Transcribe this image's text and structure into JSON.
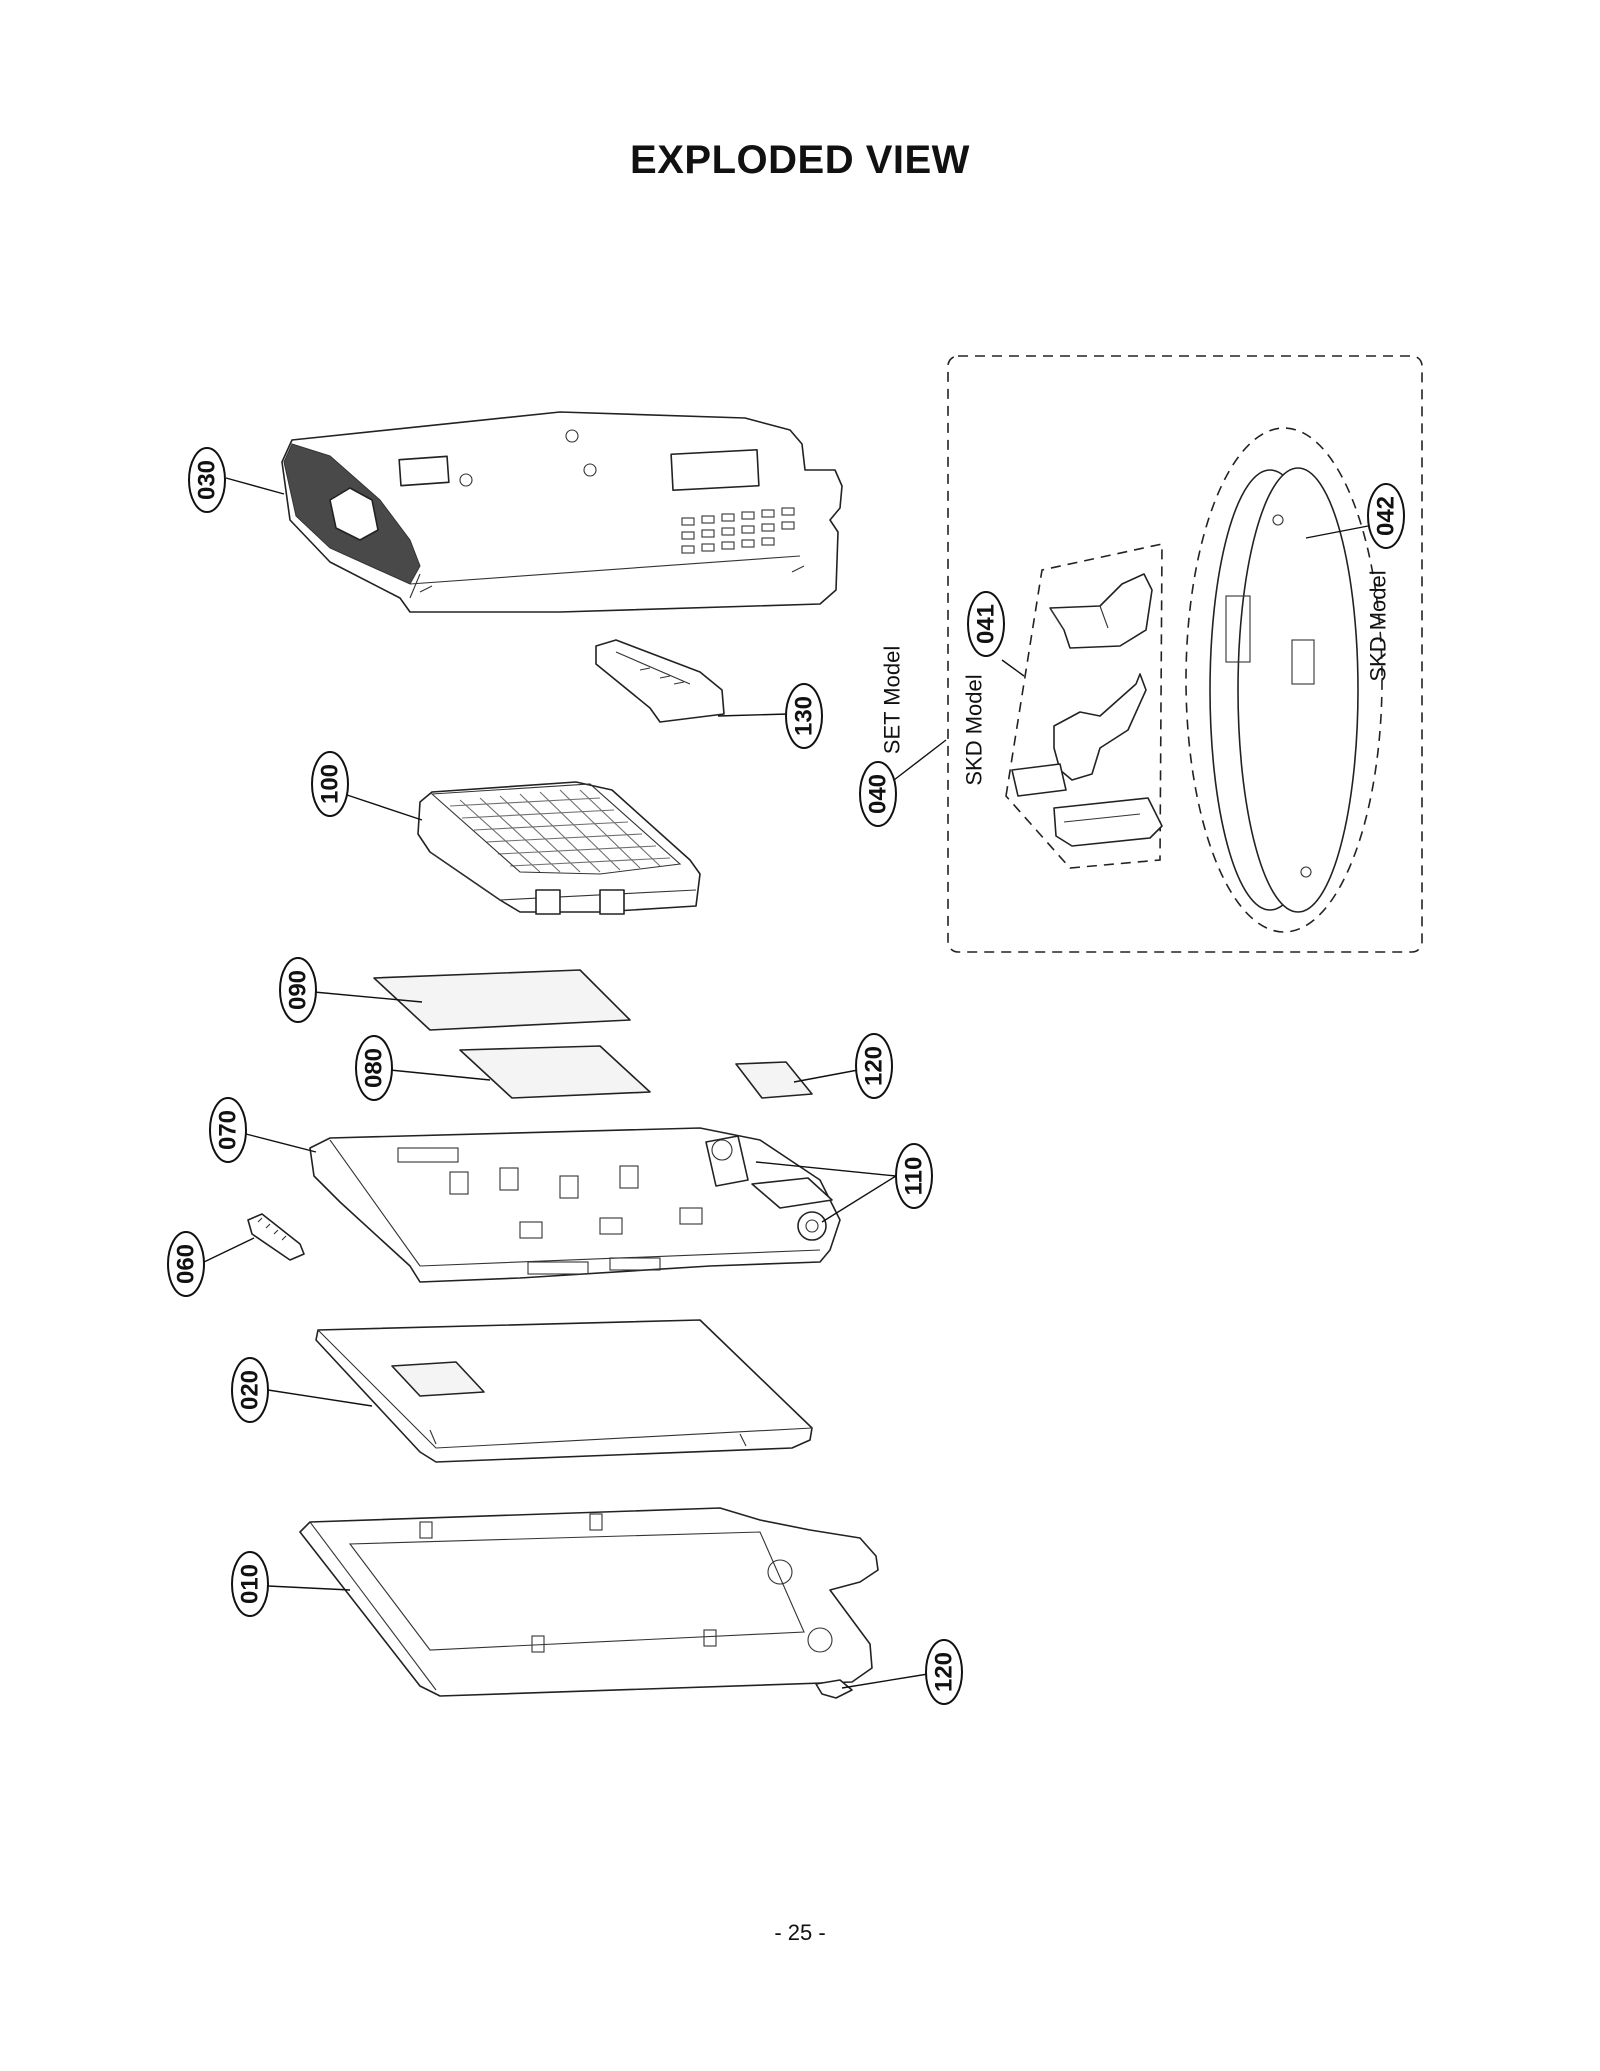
{
  "title": "EXPLODED VIEW",
  "page_number": "- 25 -",
  "callouts": {
    "c030": "030",
    "c130": "130",
    "c040": "040",
    "c041": "041",
    "c042": "042",
    "c100": "100",
    "c090": "090",
    "c080": "080",
    "c120a": "120",
    "c070": "070",
    "c110": "110",
    "c060": "060",
    "c020": "020",
    "c010": "010",
    "c120b": "120"
  },
  "notes": {
    "set_model": "SET Model",
    "skd_model_041": "SKD Model",
    "skd_model_042": "SKD Model"
  }
}
